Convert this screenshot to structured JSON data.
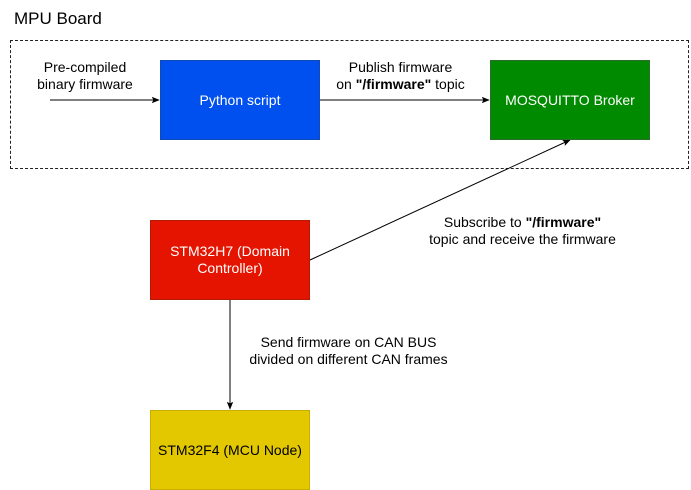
{
  "board": {
    "title": "MPU Board"
  },
  "nodes": {
    "python": {
      "label": "Python script",
      "color": "#0050ef"
    },
    "broker": {
      "label": "MOSQUITTO Broker",
      "color": "#008a00"
    },
    "h7": {
      "label": "STM32H7 (Domain Controller)",
      "color": "#e51400"
    },
    "f4": {
      "label": "STM32F4 (MCU Node)",
      "color": "#e3c800"
    }
  },
  "edges": {
    "input": {
      "line1": "Pre-compiled",
      "line2": "binary firmware"
    },
    "publish": {
      "line1": "Publish firmware",
      "pre": "on ",
      "bold": "\"/firmware\"",
      "post": " topic"
    },
    "subscribe": {
      "pre": "Subscribe to ",
      "bold": "\"/firmware\"",
      "line2": "topic and receive the firmware"
    },
    "can": {
      "line1": "Send firmware on CAN BUS",
      "line2": "divided on different CAN frames"
    }
  }
}
